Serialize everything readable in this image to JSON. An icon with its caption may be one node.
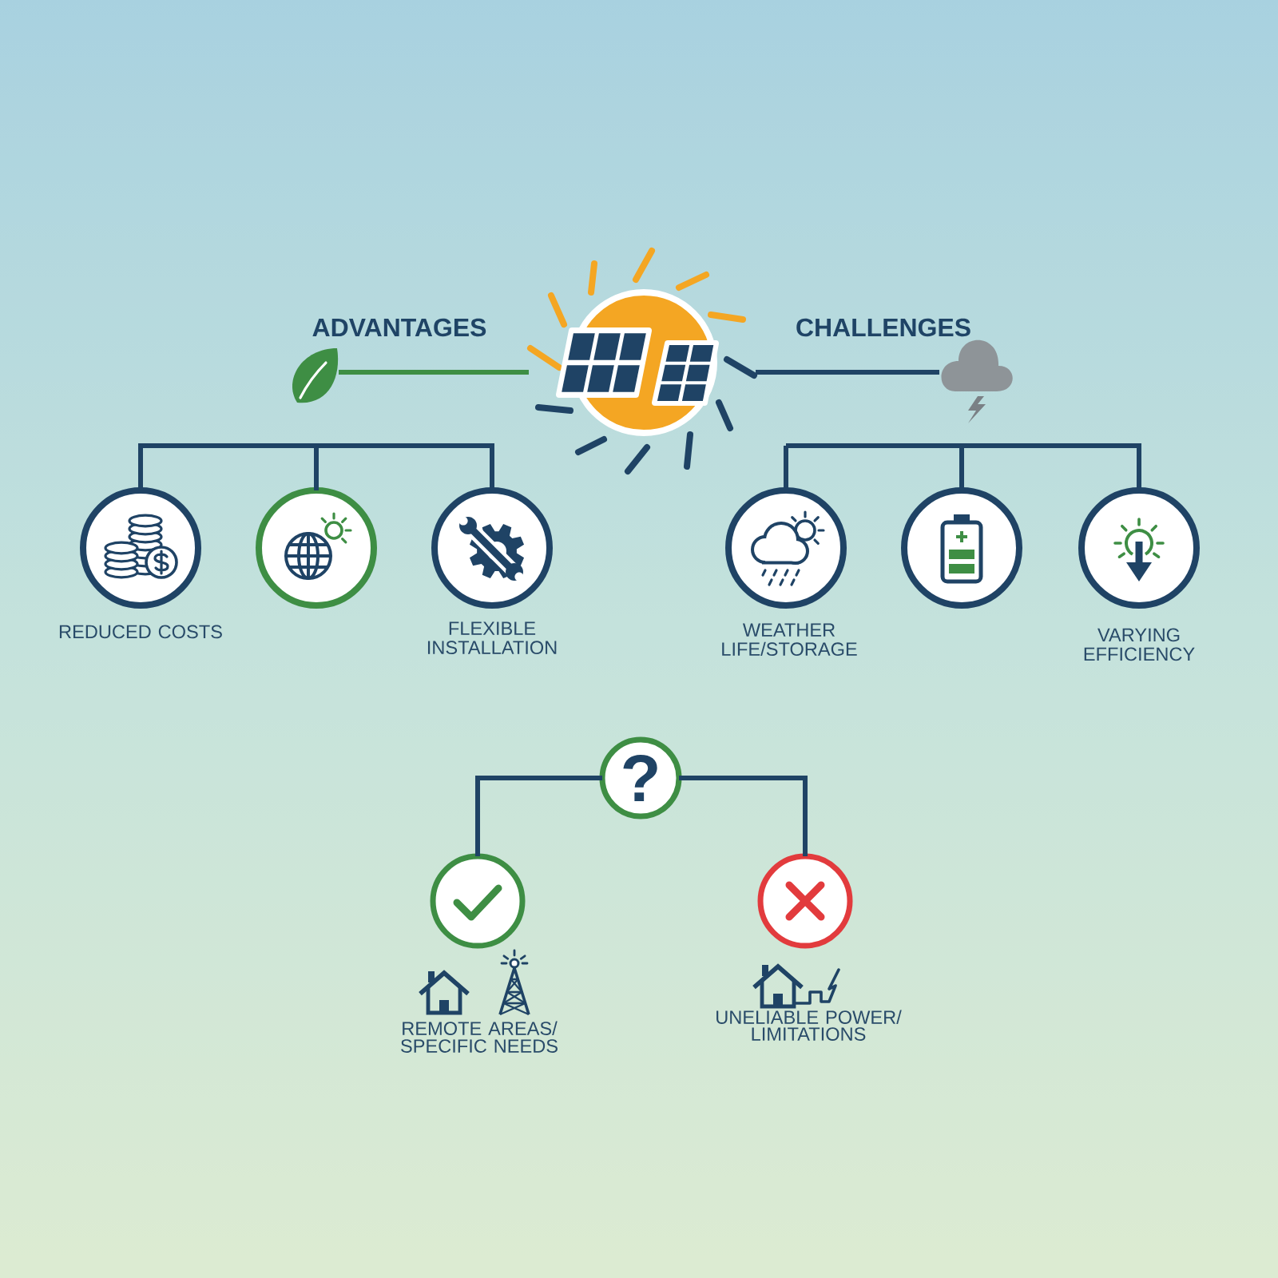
{
  "diagram": {
    "nodes": [
      {
        "text": [
          "ADVANTAGES"
        ]
      },
      {
        "text": [],
        "shape": "picture"
      },
      {
        "text": [
          "CHALLENGES"
        ]
      },
      {
        "text": [
          "REDUCED COSTS"
        ]
      },
      {
        "text": [],
        "shape": "circle"
      },
      {
        "text": [
          "FLEXIBLE INSTALLATION"
        ]
      },
      {
        "text": [
          "WEATHER LIFE/STORAGE"
        ]
      },
      {
        "text": [],
        "shape": "circle"
      },
      {
        "text": [
          "VARYING EFFICIENCY"
        ]
      },
      {
        "text": [
          "?"
        ]
      },
      {
        "text": [
          "REMOTE AREAS/ SPECIFIC NEEDS"
        ]
      },
      {
        "text": [
          "UNELIABLE POWER/ LIMITATIONS"
        ]
      }
    ],
    "edges": [
      {
        "from": 0,
        "to": 1,
        "arrow": "none",
        "color": "#3e8e44"
      },
      {
        "from": 1,
        "to": 2,
        "arrow": "none"
      },
      {
        "from": null,
        "to": 3,
        "arrow": "none"
      },
      {
        "from": null,
        "to": 4,
        "arrow": "none"
      },
      {
        "from": null,
        "to": 5,
        "arrow": "none"
      },
      {
        "from": null,
        "to": 6,
        "arrow": "none"
      },
      {
        "from": null,
        "to": 7,
        "arrow": "none"
      },
      {
        "from": null,
        "to": 8,
        "arrow": "none"
      },
      {
        "from": 9,
        "to": 10,
        "arrow": "none"
      },
      {
        "from": 9,
        "to": 11,
        "arrow": "none"
      }
    ]
  }
}
